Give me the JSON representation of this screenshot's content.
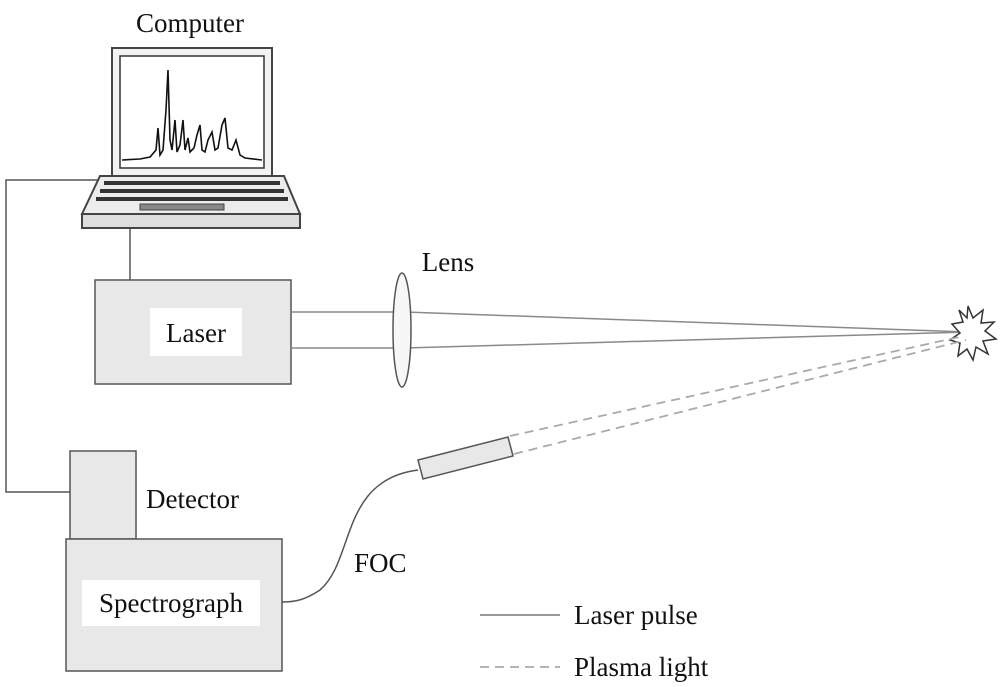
{
  "labels": {
    "computer": "Computer",
    "lens": "Lens",
    "laser": "Laser",
    "detector": "Detector",
    "spectrograph": "Spectrograph",
    "foc": "FOC"
  },
  "legend": {
    "laser_pulse": "Laser pulse",
    "plasma_light": "Plasma light"
  },
  "colors": {
    "box_fill": "#e8e8e8",
    "stroke": "#555555",
    "beam": "#8a8a8a",
    "plasma": "#aaaaaa",
    "spectrum": "#111111"
  }
}
